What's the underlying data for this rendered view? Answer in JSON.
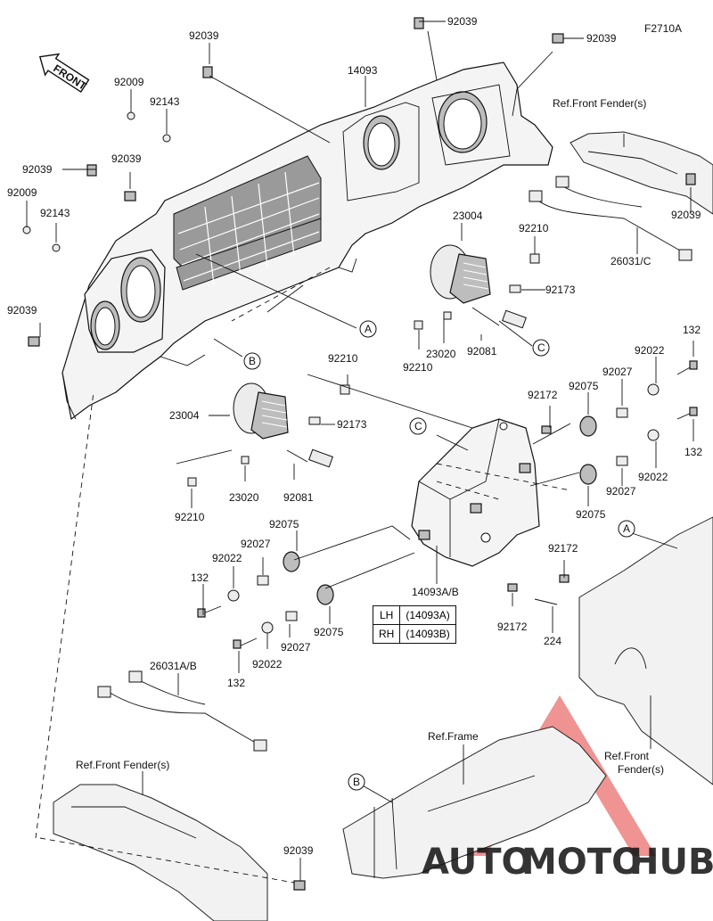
{
  "diagram_code": "F2710A",
  "front_label": "FRONT",
  "part_numbers": {
    "p92039": "92039",
    "p92009": "92009",
    "p92143": "92143",
    "p14093": "14093",
    "p23004": "23004",
    "p92210": "92210",
    "p92173": "92173",
    "p23020": "23020",
    "p92081": "92081",
    "p92172": "92172",
    "p92075": "92075",
    "p92027": "92027",
    "p92022": "92022",
    "p132": "132",
    "p224": "224",
    "p26031C": "26031/C",
    "p26031AB": "26031A/B",
    "p14093AB": "14093A/B"
  },
  "references": {
    "front_fender": "Ref.Front Fender(s)",
    "frame": "Ref.Frame",
    "front_fender_line1": "Ref.Front",
    "front_fender_line2": "Fender(s)"
  },
  "callouts": {
    "a": "A",
    "b": "B",
    "c": "C"
  },
  "variant_table": [
    {
      "side": "LH",
      "part": "(14093A)"
    },
    {
      "side": "RH",
      "part": "(14093B)"
    }
  ],
  "watermark": {
    "part1": "AUTO",
    "part2": "MOTO",
    "part3": "HUB",
    "color_orange": "#f5a623",
    "color_red": "#e23b3b",
    "color_dark": "#333333"
  }
}
